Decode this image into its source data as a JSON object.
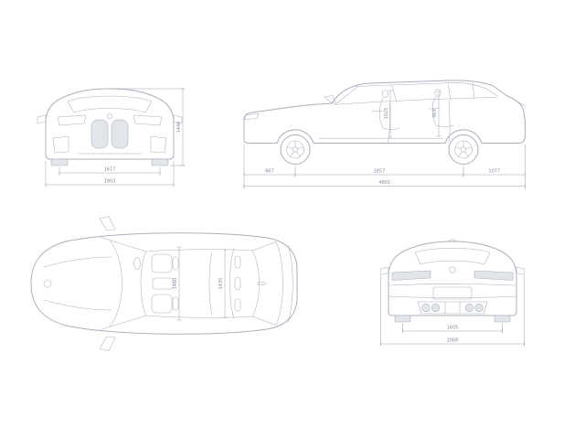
{
  "diagram": {
    "colors": {
      "line": "#aab0bb",
      "dim_line": "#9aa1ad",
      "dim_text": "#868d9a",
      "background": "#ffffff"
    },
    "views": {
      "front": {
        "track_front_mm": "1617",
        "overall_width_mm": "1903",
        "overall_height_mm": "1446"
      },
      "side": {
        "front_overhang_mm": "867",
        "wheelbase_mm": "2857",
        "rear_overhang_mm": "1077",
        "overall_length_mm": "4801",
        "interior_height_front_mm": "1025",
        "interior_height_rear_mm": "969"
      },
      "top": {
        "interior_width_front_mm": "1460",
        "interior_width_rear_mm": "1435"
      },
      "rear": {
        "track_rear_mm": "1605",
        "width_incl_mirrors_mm": "2068"
      }
    }
  }
}
